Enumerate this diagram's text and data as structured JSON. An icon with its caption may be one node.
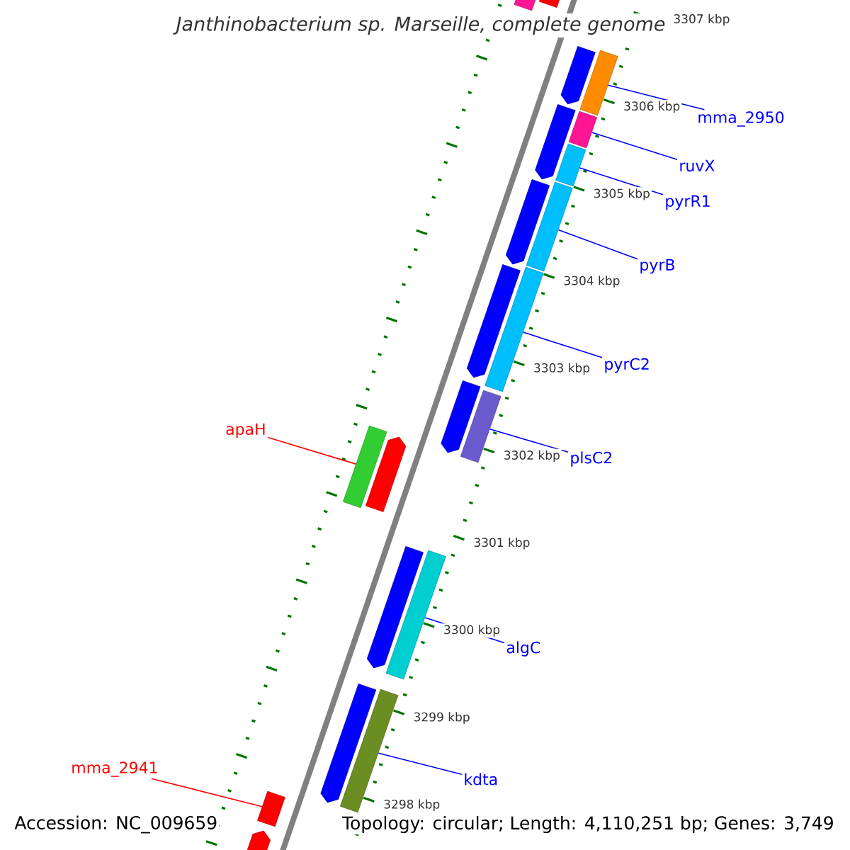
{
  "diagram": {
    "title": "Janthinobacterium sp. Marseille, complete genome",
    "nodes": [
      {
        "text": [
          "mma_2950"
        ]
      },
      {
        "text": [],
        "shape": "bar"
      },
      {
        "text": [
          "ruvX"
        ]
      },
      {
        "text": [],
        "shape": "bar"
      },
      {
        "text": [
          "pyrR1"
        ]
      },
      {
        "text": [],
        "shape": "bar"
      },
      {
        "text": [
          "pyrB"
        ]
      },
      {
        "text": [],
        "shape": "bar"
      },
      {
        "text": [
          "pyrC2"
        ]
      },
      {
        "text": [],
        "shape": "bar"
      },
      {
        "text": [
          "plsC2"
        ]
      },
      {
        "text": [],
        "shape": "bar"
      },
      {
        "text": [
          "apaH"
        ]
      },
      {
        "text": [],
        "shape": "bar"
      },
      {
        "text": [
          "algC"
        ]
      },
      {
        "text": [],
        "shape": "bar"
      },
      {
        "text": [
          "kdta"
        ]
      },
      {
        "text": [],
        "shape": "bar"
      },
      {
        "text": [
          "mma_2941"
        ]
      },
      {
        "text": [],
        "shape": "bar"
      },
      {
        "text": [],
        "shape": "arrow"
      },
      {
        "text": [],
        "shape": "arrow"
      },
      {
        "text": [],
        "shape": "arrow"
      },
      {
        "text": [],
        "shape": "arrow"
      },
      {
        "text": [],
        "shape": "arrow"
      },
      {
        "text": [],
        "shape": "arrow"
      },
      {
        "text": [],
        "shape": "arrow"
      },
      {
        "text": [],
        "shape": "arrow"
      },
      {
        "text": [],
        "shape": "arrow"
      },
      {
        "text": [],
        "shape": "arrow"
      },
      {
        "text": [],
        "shape": "bar"
      }
    ],
    "edges": [
      {
        "from": 0,
        "to": 1,
        "arrow": "none"
      },
      {
        "from": 2,
        "to": 3,
        "arrow": "none"
      },
      {
        "from": 4,
        "to": 5,
        "arrow": "none"
      },
      {
        "from": 6,
        "to": 7,
        "arrow": "none"
      },
      {
        "from": 8,
        "to": 9,
        "arrow": "none"
      },
      {
        "from": 10,
        "to": 11,
        "arrow": "none"
      },
      {
        "from": 12,
        "to": 13,
        "arrow": "none",
        "color": "#ff0000"
      },
      {
        "from": 14,
        "to": 15,
        "arrow": "none"
      },
      {
        "from": 16,
        "to": 17,
        "arrow": "none"
      },
      {
        "from": 18,
        "to": 19,
        "arrow": "none",
        "color": "#ff0000"
      }
    ],
    "labels": [
      "3307 kbp",
      "3306 kbp",
      "3305 kbp",
      "3304 kbp",
      "3303 kbp",
      "3302 kbp",
      "3301 kbp",
      "3300 kbp",
      "3299 kbp",
      "3298 kbp",
      "Accession: NC_009659",
      "Topology: circular; Length: 4,110,251 bp; Genes: 3,749"
    ]
  }
}
